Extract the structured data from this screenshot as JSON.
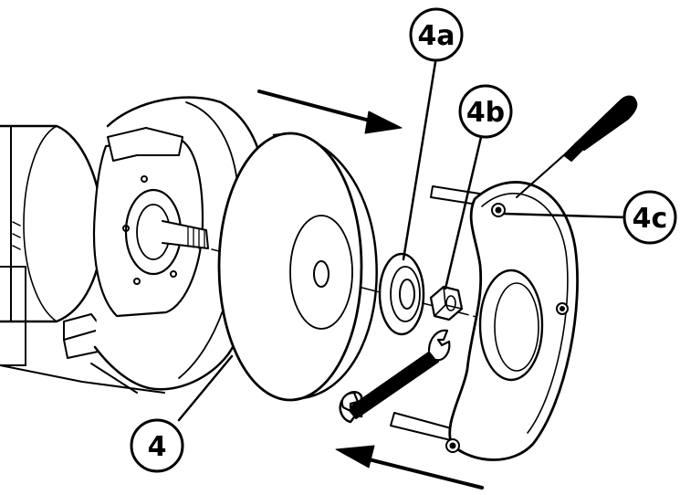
{
  "diagram": {
    "callouts": {
      "wheel": "4",
      "flange": "4a",
      "nut": "4b",
      "cover": "4c"
    },
    "colors": {
      "line": "#000000",
      "background": "#ffffff"
    },
    "icons": {
      "screwdriver": "screwdriver-icon",
      "wrench": "wrench-icon",
      "arrow_in": "arrow-right-icon",
      "arrow_out": "arrow-left-icon"
    }
  }
}
